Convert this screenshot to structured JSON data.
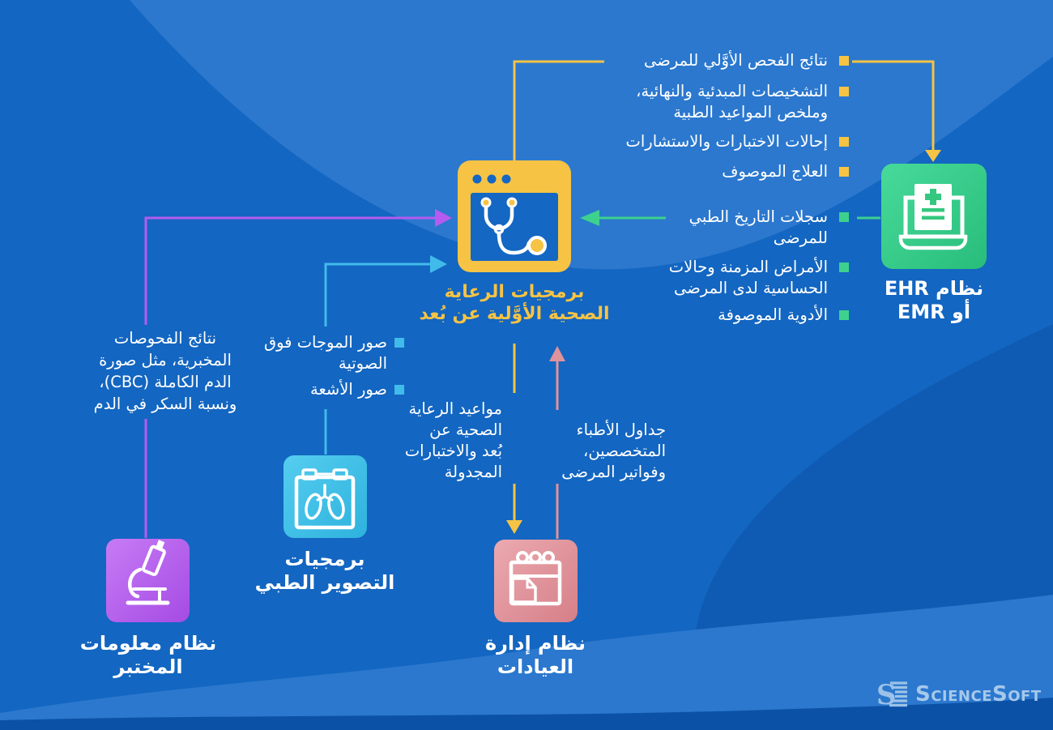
{
  "palette": {
    "background": "#1366C1",
    "yellow": "#F6C344",
    "green": "#3DD18E",
    "purple": "#B55BF0",
    "cyan": "#41BBEA",
    "pink": "#E0939A"
  },
  "telehealth": {
    "label_lines": [
      "برمجيات الرعاية",
      "الصحية الأوَّلية عن بُعد"
    ]
  },
  "ehr": {
    "label_lines": [
      "نظام EHR",
      "أو EMR"
    ],
    "sent_items": [
      {
        "lines": [
          "نتائج الفحص الأوَّلي للمرضى"
        ]
      },
      {
        "lines": [
          "التشخيصات المبدئية والنهائية،",
          "وملخص المواعيد الطبية"
        ]
      },
      {
        "lines": [
          "إحالات الاختبارات والاستشارات"
        ]
      },
      {
        "lines": [
          "العلاج الموصوف"
        ]
      }
    ],
    "received_items": [
      {
        "lines": [
          "سجلات التاريخ الطبي",
          "للمرضى"
        ]
      },
      {
        "lines": [
          "الأمراض المزمنة وحالات",
          "الحساسية لدى المرضى"
        ]
      },
      {
        "lines": [
          "الأدوية الموصوفة"
        ]
      }
    ]
  },
  "lab": {
    "label_lines": [
      "نظام معلومات",
      "المختبر"
    ],
    "note_lines": [
      "نتائج الفحوصات",
      "المخبرية، مثل صورة",
      "الدم الكاملة (CBC)،",
      "ونسبة السكر في الدم"
    ]
  },
  "imaging": {
    "label_lines": [
      "برمجيات",
      "التصوير الطبي"
    ],
    "items": [
      {
        "lines": [
          "صور الموجات فوق",
          "الصوتية"
        ]
      },
      {
        "lines": [
          "صور الأشعة"
        ]
      }
    ]
  },
  "clinic": {
    "label_lines": [
      "نظام إدارة",
      "العيادات"
    ],
    "sent_lines": [
      "مواعيد الرعاية",
      "الصحية عن",
      "بُعد والاختبارات",
      "المجدولة"
    ],
    "received_lines": [
      "جداول الأطباء",
      "المتخصصين،",
      "وفواتير المرضى"
    ]
  },
  "brand": {
    "name": "ScienceSoft"
  }
}
